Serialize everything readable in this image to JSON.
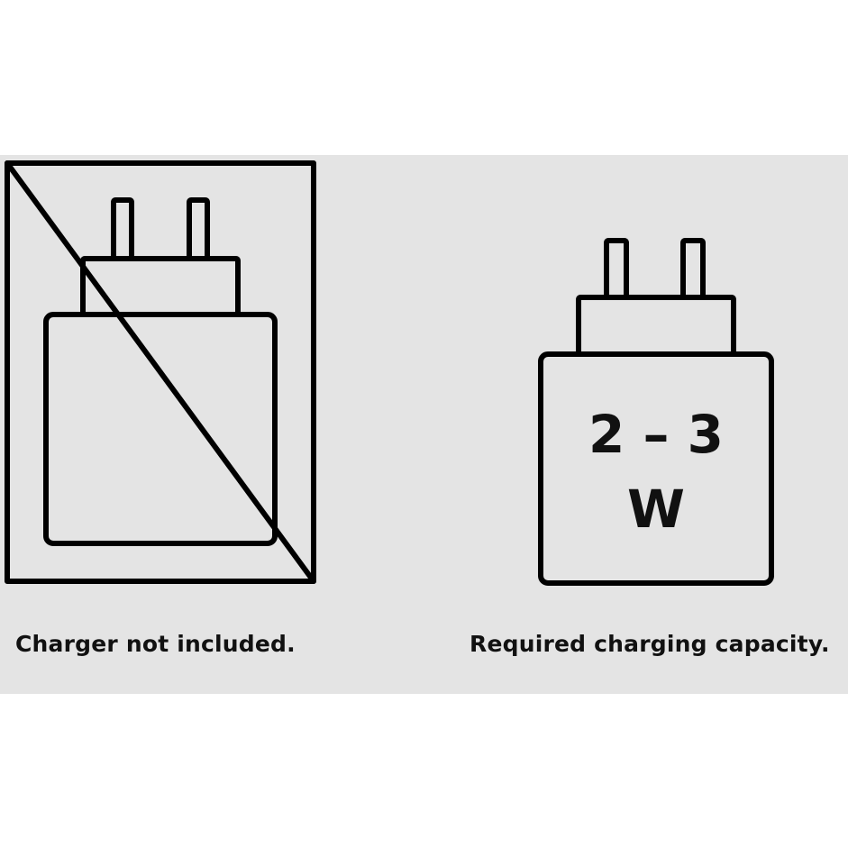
{
  "left": {
    "caption": "Charger not included."
  },
  "right": {
    "caption": "Required charging capacity.",
    "watt_range": "2 – 3",
    "watt_unit": "W"
  },
  "colors": {
    "background": "#e4e4e4",
    "stroke": "#000000"
  }
}
